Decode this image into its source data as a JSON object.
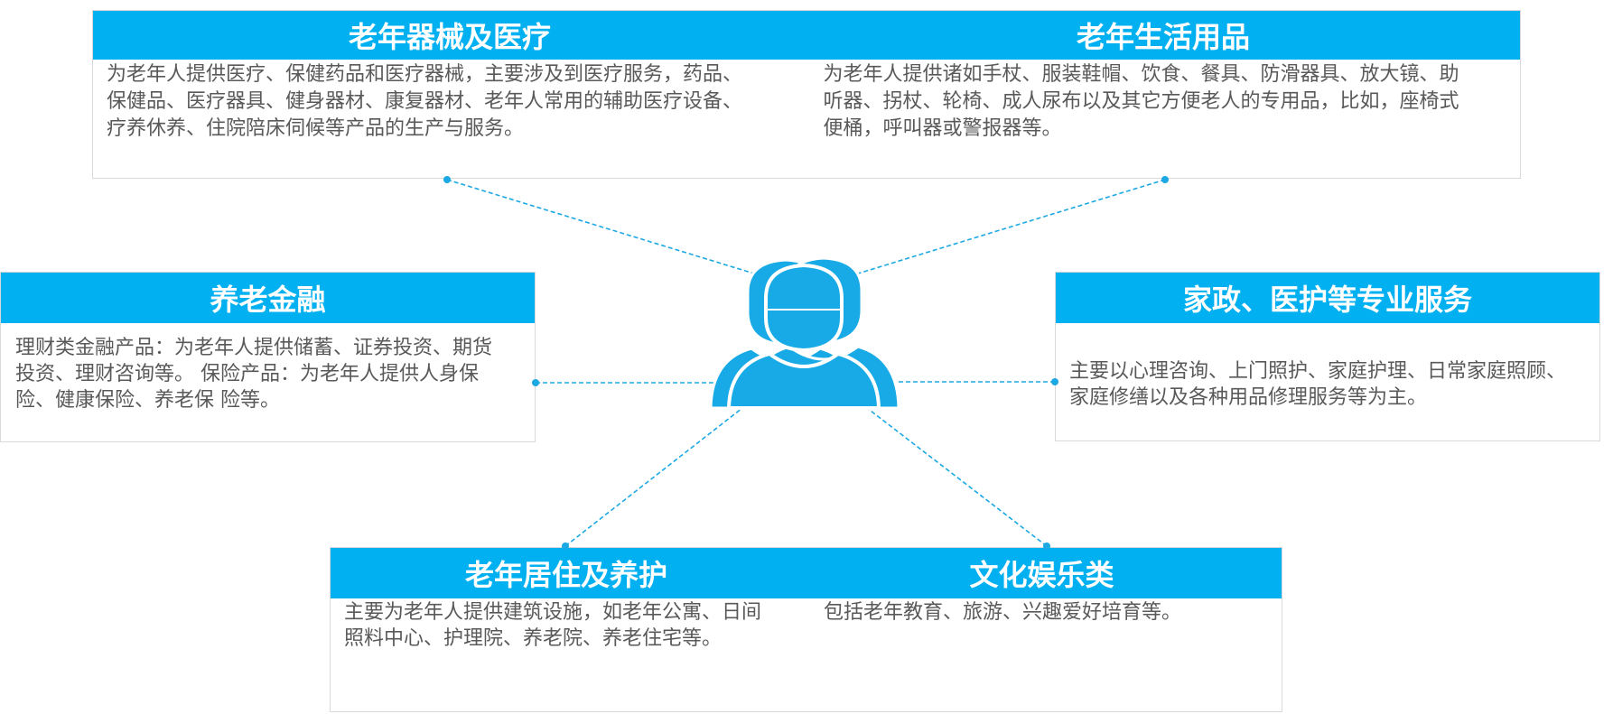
{
  "top_panel": {
    "left": {
      "title": "老年器械及医疗",
      "lines": [
        "为老年人提供医疗、保健药品和医疗器械，主要涉及到医疗服务，药品、",
        "保健品、医疗器具、健身器材、康复器材、老年人常用的辅助医疗设备、",
        "疗养休养、住院陪床伺候等产品的生产与服务。"
      ]
    },
    "right": {
      "title": "老年生活用品",
      "lines": [
        "为老年人提供诸如手杖、服装鞋帽、饮食、餐具、防滑器具、放大镜、助",
        "听器、拐杖、轮椅、成人尿布以及其它方便老人的专用品，比如，座椅式",
        "便桶，呼叫器或警报器等。"
      ]
    }
  },
  "middle_left_panel": {
    "title": "养老金融",
    "lines": [
      "理财类金融产品：为老年人提供储蓄、证券投资、期货",
      "投资、理财咨询等。 保险产品：为老年人提供人身保",
      "险、健康保险、养老保 险等。"
    ]
  },
  "middle_right_panel": {
    "title": "家政、医护等专业服务",
    "lines": [
      "主要以心理咨询、上门照护、家庭护理、日常家庭照顾、",
      "家庭修缮以及各种用品修理服务等为主。"
    ]
  },
  "bottom_panel": {
    "left": {
      "title": "老年居住及养护",
      "lines": [
        "主要为老年人提供建筑设施，如老年公寓、日间",
        "照料中心、护理院、养老院、养老住宅等。"
      ]
    },
    "right": {
      "title": "文化娱乐类",
      "lines": [
        "包括老年教育、旅游、兴趣爱好培育等。"
      ]
    }
  },
  "center_icon": "users-group-icon",
  "colors": {
    "accent": "#00B0F0",
    "icon": "#18AAE6",
    "connector": "#1CA8E3",
    "text": "#595959",
    "border": "#D9D9D9"
  }
}
